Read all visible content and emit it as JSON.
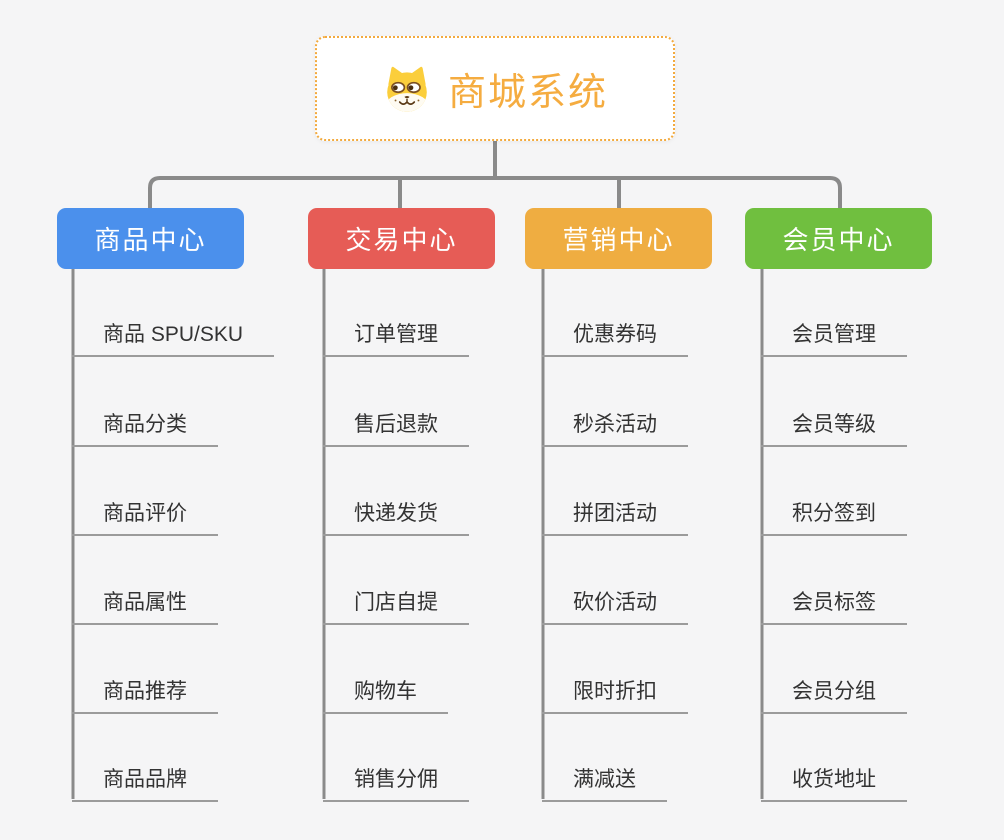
{
  "canvas": {
    "background_color": "#f5f5f6",
    "connector_color": "#8a8a8a",
    "underline_color": "#9b9b9b"
  },
  "root": {
    "label": "商城系统",
    "icon": "shiba-dog-icon",
    "text_color": "#F5AC40",
    "border_color": "#F3AA3E"
  },
  "branches": [
    {
      "label": "商品中心",
      "color": "#4B90EC",
      "leaves": [
        "商品 SPU/SKU",
        "商品分类",
        "商品评价",
        "商品属性",
        "商品推荐",
        "商品品牌"
      ]
    },
    {
      "label": "交易中心",
      "color": "#E65C56",
      "leaves": [
        "订单管理",
        "售后退款",
        "快递发货",
        "门店自提",
        "购物车",
        "销售分佣"
      ]
    },
    {
      "label": "营销中心",
      "color": "#EFAD41",
      "leaves": [
        "优惠券码",
        "秒杀活动",
        "拼团活动",
        "砍价活动",
        "限时折扣",
        "满减送"
      ]
    },
    {
      "label": "会员中心",
      "color": "#70BF3F",
      "leaves": [
        "会员管理",
        "会员等级",
        "积分签到",
        "会员标签",
        "会员分组",
        "收货地址"
      ]
    }
  ]
}
